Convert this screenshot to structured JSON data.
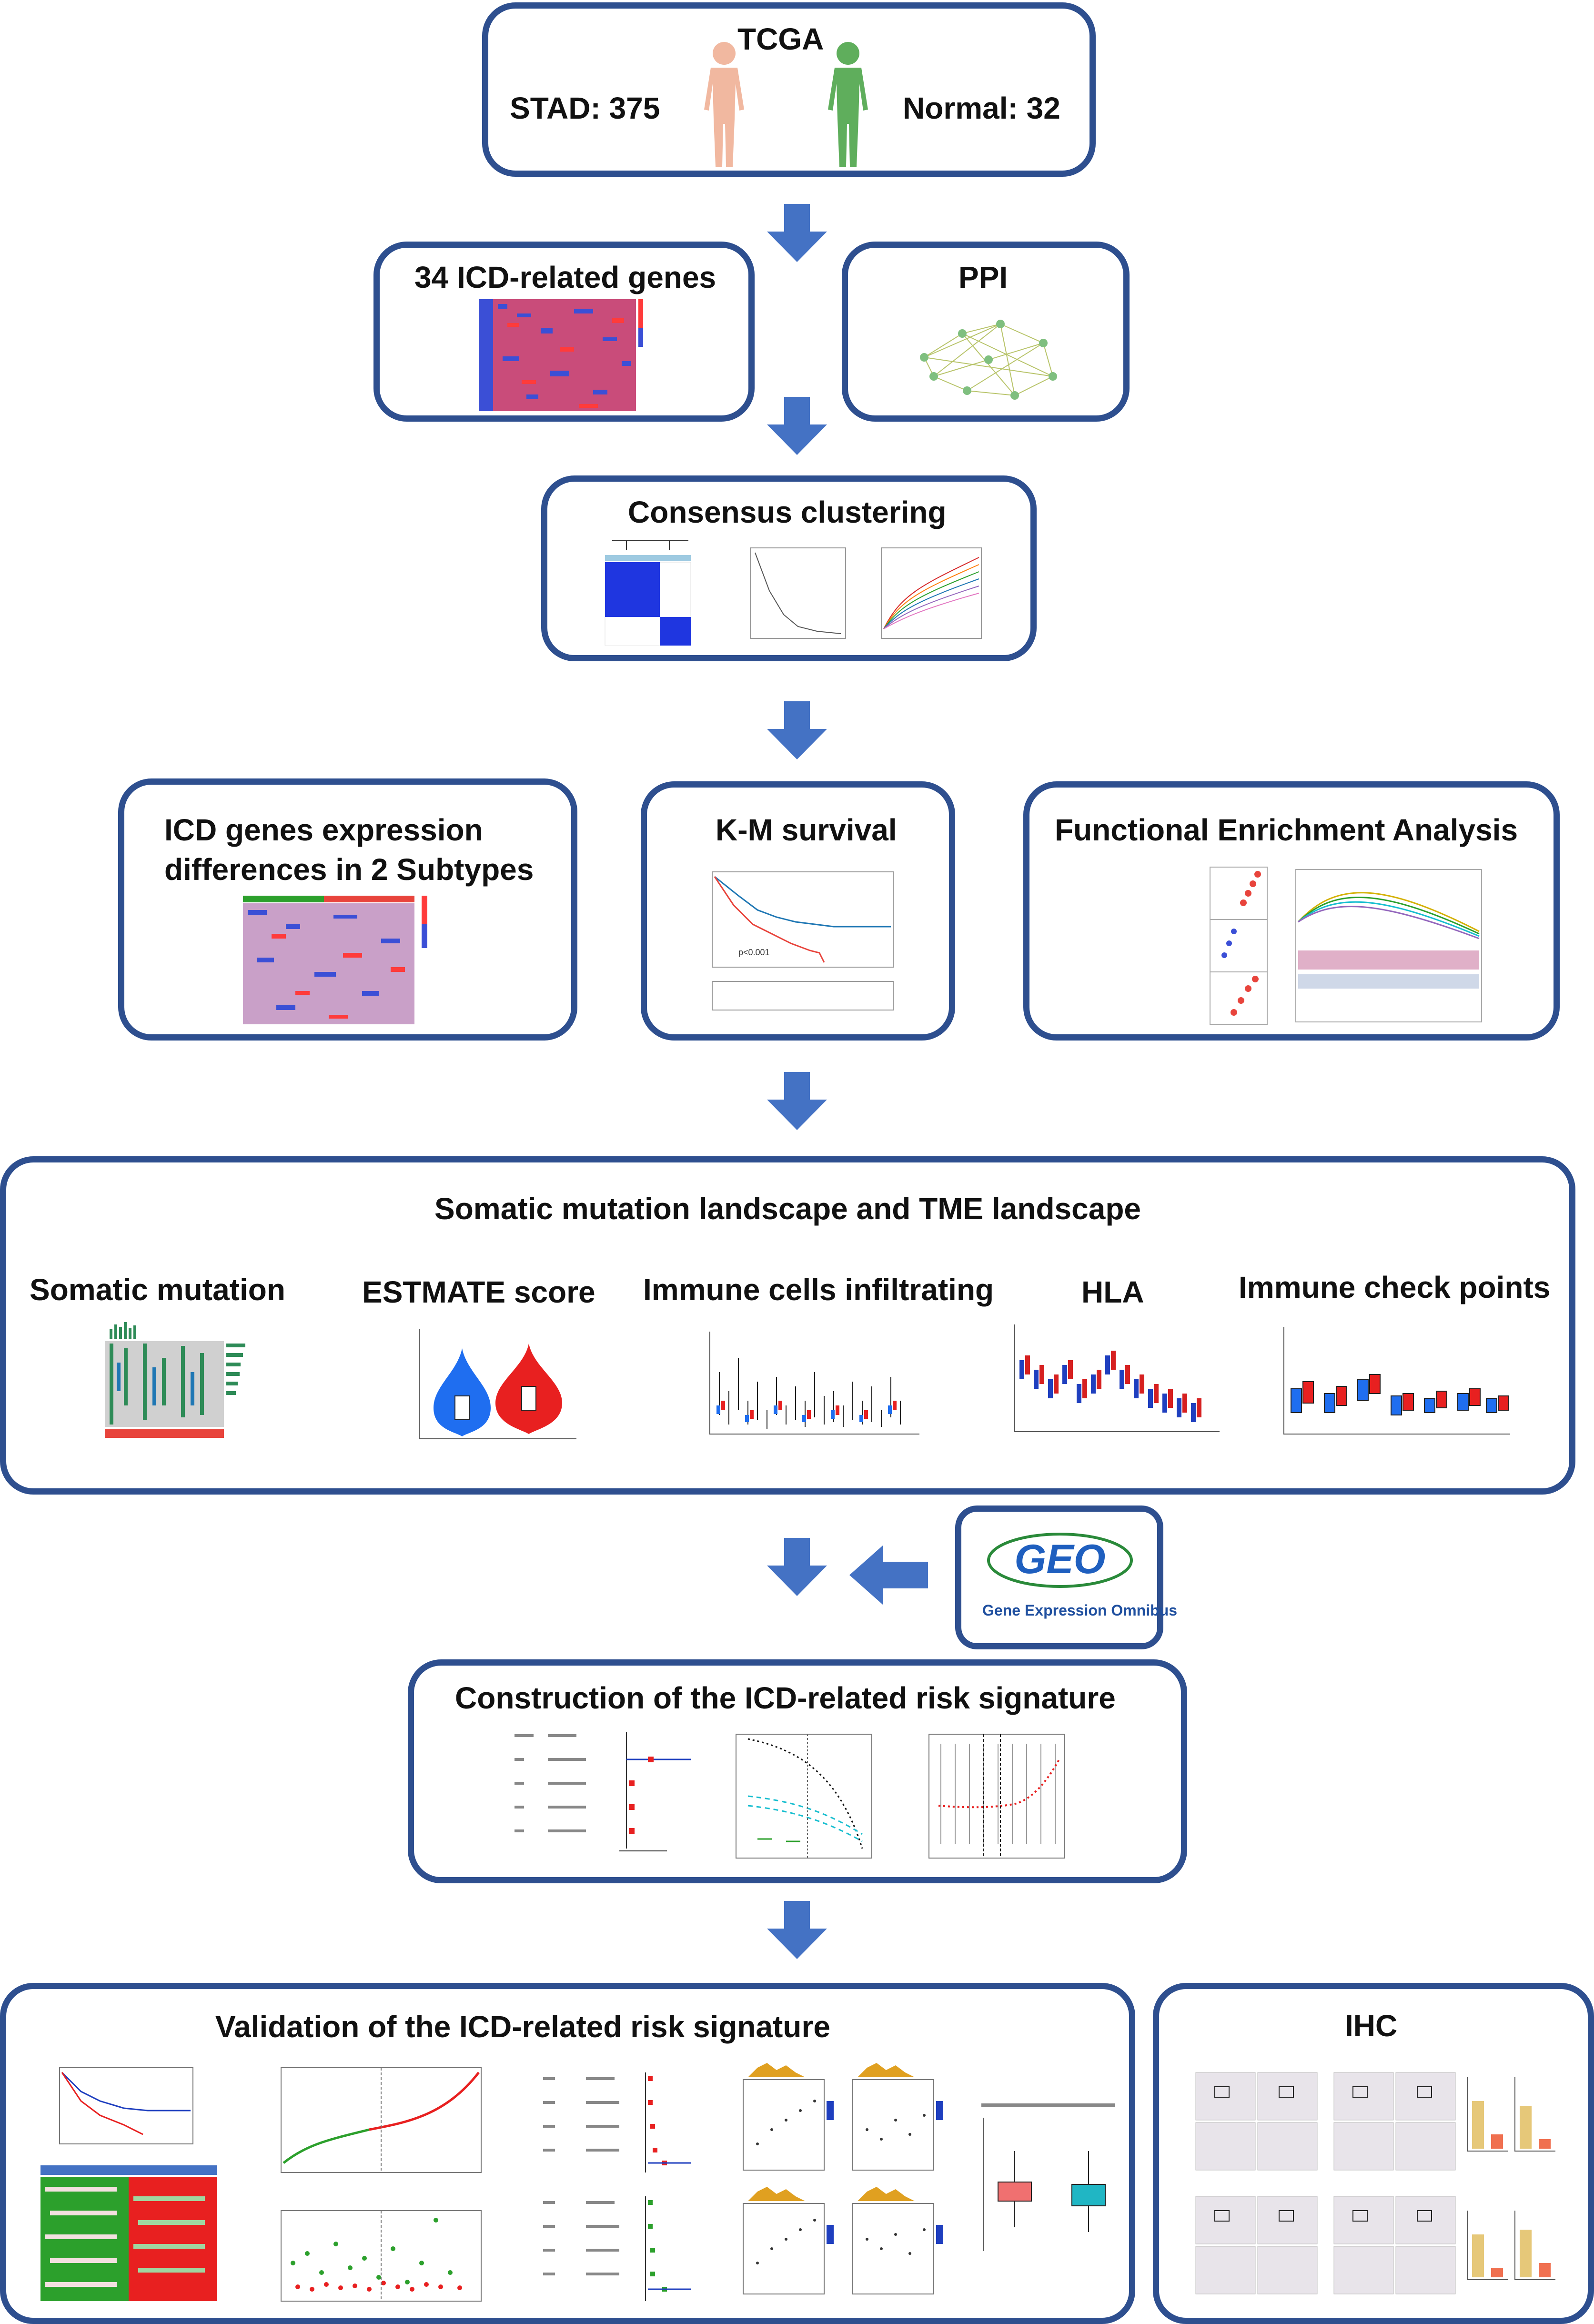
{
  "tcga": {
    "title": "TCGA",
    "left_label": "STAD: 375",
    "right_label": "Normal: 32"
  },
  "row2": {
    "icd_genes": "34 ICD-related genes",
    "ppi": "PPI"
  },
  "consensus": {
    "title": "Consensus clustering"
  },
  "row4": {
    "expr_line1": "ICD genes expression",
    "expr_line2": "differences in 2 Subtypes",
    "km": "K-M survival",
    "km_pvalue": "p<0.001",
    "functional": "Functional Enrichment Analysis"
  },
  "landscape": {
    "title": "Somatic mutation landscape and TME landscape",
    "panels": [
      "Somatic mutation",
      "ESTMATE score",
      "Immune cells infiltrating",
      "HLA",
      "Immune check points"
    ]
  },
  "geo": {
    "logo": "GEO",
    "caption": "Gene Expression Omnibus"
  },
  "construction": {
    "title": "Construction of the ICD-related risk signature"
  },
  "validation": {
    "title": "Validation of the ICD-related risk signature"
  },
  "ihc": {
    "title": "IHC"
  },
  "colors": {
    "border": "#2e4f8f",
    "arrow": "#4472c4",
    "heat_red": "#e8443c",
    "heat_blue": "#3b4fd6",
    "cluster_blue": "#1f36e0"
  }
}
